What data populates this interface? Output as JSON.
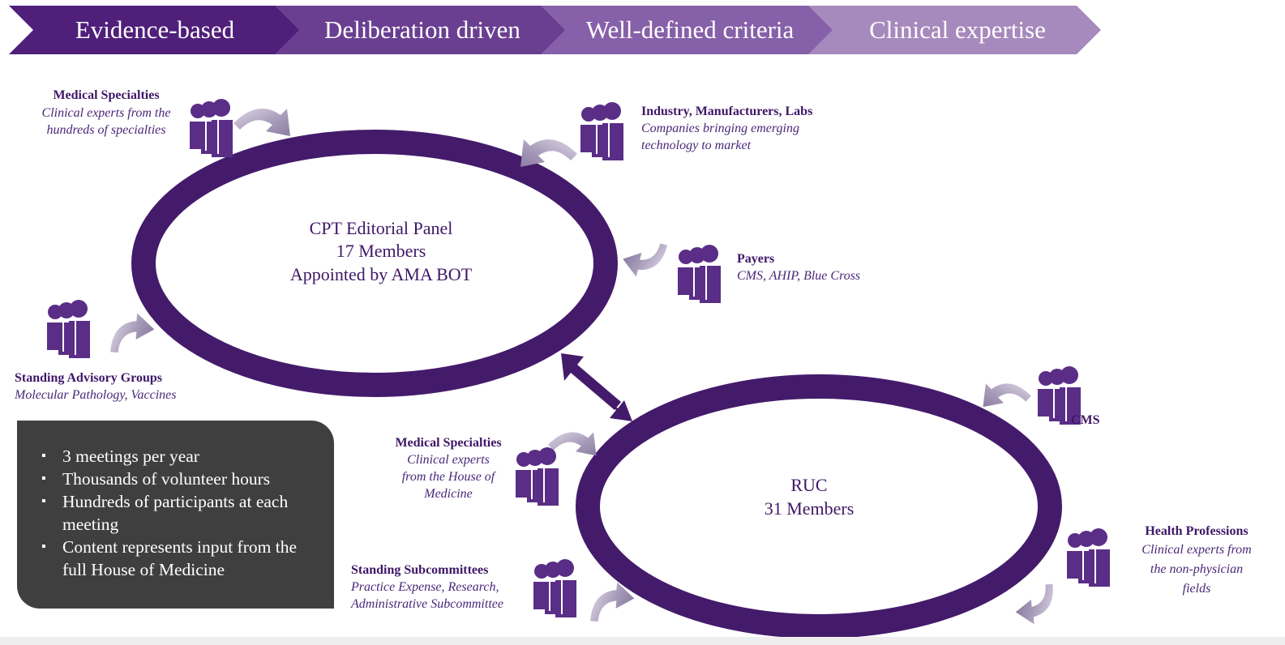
{
  "process_steps": [
    {
      "label": "Evidence-based"
    },
    {
      "label": "Deliberation driven"
    },
    {
      "label": "Well-defined criteria"
    },
    {
      "label": "Clinical expertise"
    }
  ],
  "cpt_panel": {
    "line1": "CPT Editorial Panel",
    "line2": "17 Members",
    "line3": "Appointed by AMA BOT"
  },
  "ruc": {
    "line1": "RUC",
    "line2": "31 Members"
  },
  "stakeholders": {
    "med_spec_top": {
      "title": "Medical Specialties",
      "lines": [
        "Clinical experts from the",
        "hundreds of specialties"
      ]
    },
    "industry": {
      "title": "Industry, Manufacturers, Labs",
      "lines": [
        "Companies bringing emerging",
        "technology to market"
      ]
    },
    "payers": {
      "title": "Payers",
      "lines": [
        "CMS, AHIP, Blue Cross"
      ]
    },
    "advisory": {
      "title": "Standing Advisory Groups",
      "lines": [
        "Molecular Pathology, Vaccines"
      ]
    },
    "cms": {
      "title": "CMS"
    },
    "med_spec_house": {
      "title": "Medical Specialties",
      "lines": [
        "Clinical experts",
        "from the House of",
        "Medicine"
      ]
    },
    "subcommittees": {
      "title": "Standing Subcommittees",
      "lines": [
        "Practice Expense, Research,",
        "Administrative Subcommittee"
      ]
    },
    "health_prof": {
      "title": "Health Professions",
      "lines": [
        "Clinical experts from",
        "the non-physician",
        "fields"
      ]
    }
  },
  "info_bullets": [
    "3 meetings per year",
    "Thousands of volunteer hours",
    "Hundreds of participants at each meeting",
    "Content represents input from the full House of Medicine"
  ],
  "colors": {
    "ring": "#441b6b",
    "people_icon": "#5a2d86",
    "chevrons": [
      "#4f1f7a",
      "#6a3f91",
      "#8660a8",
      "#a689bd"
    ],
    "curved_arrow": "#a69ab8",
    "infobox_bg": "#3f3f3f"
  },
  "icons": [
    "people-group-icon",
    "curved-arrow-icon",
    "double-arrow-icon"
  ]
}
